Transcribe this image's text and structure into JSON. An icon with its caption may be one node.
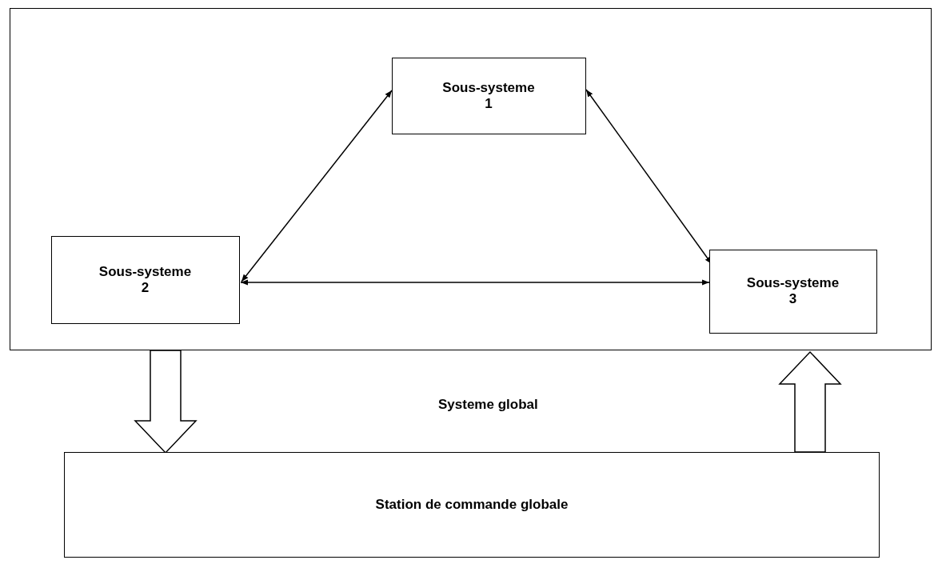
{
  "diagram": {
    "nodes": [
      {
        "text": [],
        "shape": "box"
      },
      {
        "text": [
          "Sous-systeme 1"
        ],
        "in": 0
      },
      {
        "text": [
          "Sous-systeme 2"
        ],
        "in": 0
      },
      {
        "text": [
          "Sous-systeme 3"
        ],
        "in": 0
      },
      {
        "text": [
          "Station de commande globale"
        ]
      }
    ],
    "edges": [
      {
        "from": 1,
        "to": 2,
        "arrow": "both"
      },
      {
        "from": 1,
        "to": 3,
        "arrow": "both"
      },
      {
        "from": 2,
        "to": 3,
        "arrow": "both"
      },
      {
        "from": 0,
        "to": 4,
        "arrow": "to",
        "style": "thick"
      },
      {
        "from": 4,
        "to": 0,
        "arrow": "to",
        "style": "thick"
      }
    ],
    "labels": [
      "Systeme global"
    ]
  }
}
